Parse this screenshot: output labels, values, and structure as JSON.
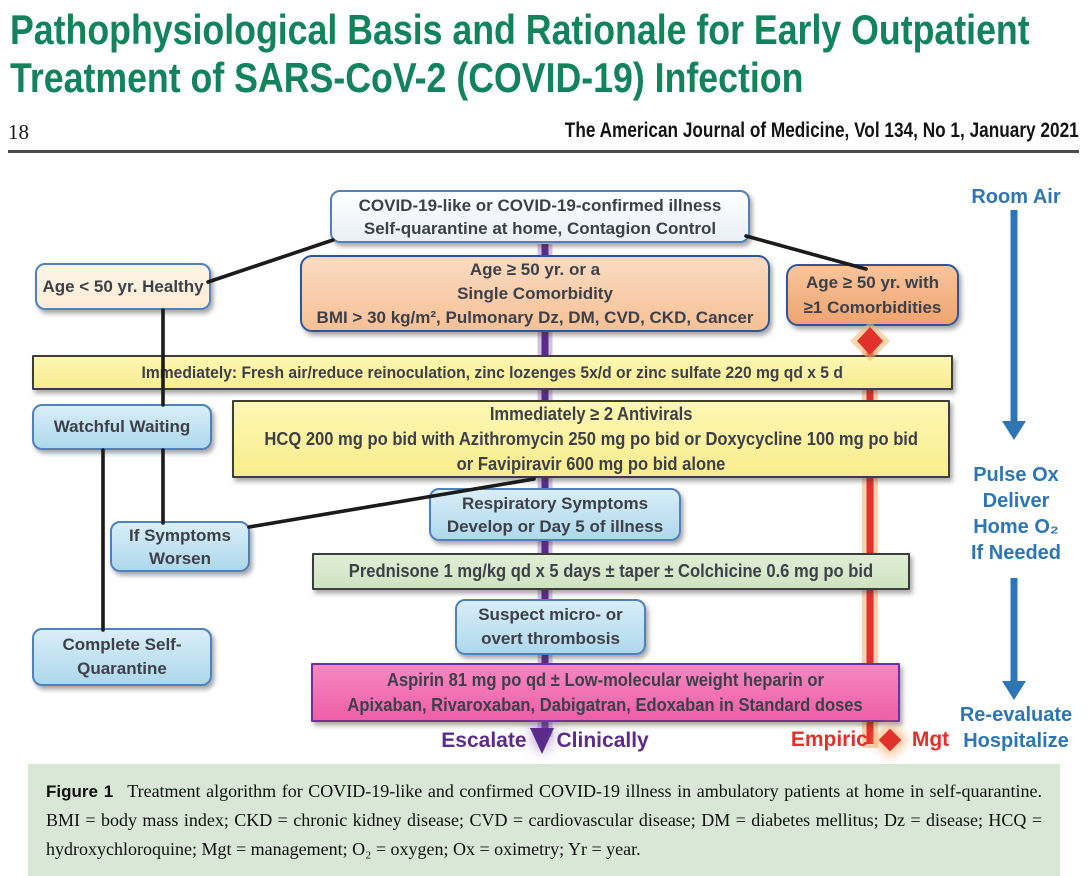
{
  "page": {
    "title_line1": "Pathophysiological Basis and Rationale for Early Outpatient",
    "title_line2": "Treatment of SARS-CoV-2 (COVID-19) Infection",
    "page_number": "18",
    "journal_reference": "The American Journal of Medicine, Vol 134, No 1, January 2021"
  },
  "diagram": {
    "top_box": [
      "COVID-19-like or COVID-19-confirmed illness",
      "Self-quarantine at home, Contagion Control"
    ],
    "age_young": "Age < 50 yr. Healthy",
    "age_mid": [
      "Age ≥ 50 yr. or a",
      "Single Comorbidity",
      "BMI > 30 kg/m², Pulmonary Dz, DM, CVD, CKD, Cancer"
    ],
    "age_high": [
      "Age ≥ 50 yr. with",
      "≥1 Comorbidities"
    ],
    "immediately_zinc": "Immediately:  Fresh air/reduce reinoculation, zinc lozenges 5x/d or zinc sulfate 220 mg qd x 5 d",
    "antivirals": [
      "Immediately ≥ 2 Antivirals",
      "HCQ 200 mg po bid with Azithromycin 250 mg po bid or Doxycycline 100 mg po bid",
      "or Favipiravir 600 mg po bid alone"
    ],
    "watchful": "Watchful Waiting",
    "respiratory": [
      "Respiratory Symptoms",
      "Develop or Day 5 of illness"
    ],
    "worsen": [
      "If Symptoms",
      "Worsen"
    ],
    "prednisone": "Prednisone 1 mg/kg qd x 5 days ± taper ± Colchicine 0.6 mg po bid",
    "thrombosis": [
      "Suspect micro- or",
      "overt thrombosis"
    ],
    "quarantine": [
      "Complete Self-",
      "Quarantine"
    ],
    "aspirin": [
      "Aspirin 81 mg po qd ± Low-molecular weight heparin or",
      "Apixaban, Rivaroxaban, Dabigatran, Edoxaban in Standard doses"
    ],
    "escalate_left": "Escalate",
    "escalate_right": "Clinically",
    "empiric_left": "Empiric",
    "empiric_right": "Mgt",
    "rail": {
      "room_air": "Room Air",
      "mid": [
        "Pulse Ox",
        "Deliver",
        "Home O₂",
        "If Needed"
      ],
      "bottom": [
        "Re-evaluate",
        "Hospitalize"
      ]
    }
  },
  "caption": {
    "label": "Figure 1",
    "text": "Treatment algorithm for COVID-19-like and confirmed COVID-19 illness in ambulatory patients at home in self-quarantine. BMI = body mass index; CKD = chronic kidney disease; CVD = cardiovascular disease; DM = diabetes mellitus; Dz = disease; HCQ = hydroxychloroquine; Mgt = management; O₂ = oxygen; Ox = oximetry; Yr = year."
  },
  "colors": {
    "title_green": "#12835a",
    "rail_blue": "#2e75b6",
    "escalate_purple": "#5b2b8c",
    "empiric_red": "#e2302a",
    "pink_border_purple": "#7030a0"
  }
}
